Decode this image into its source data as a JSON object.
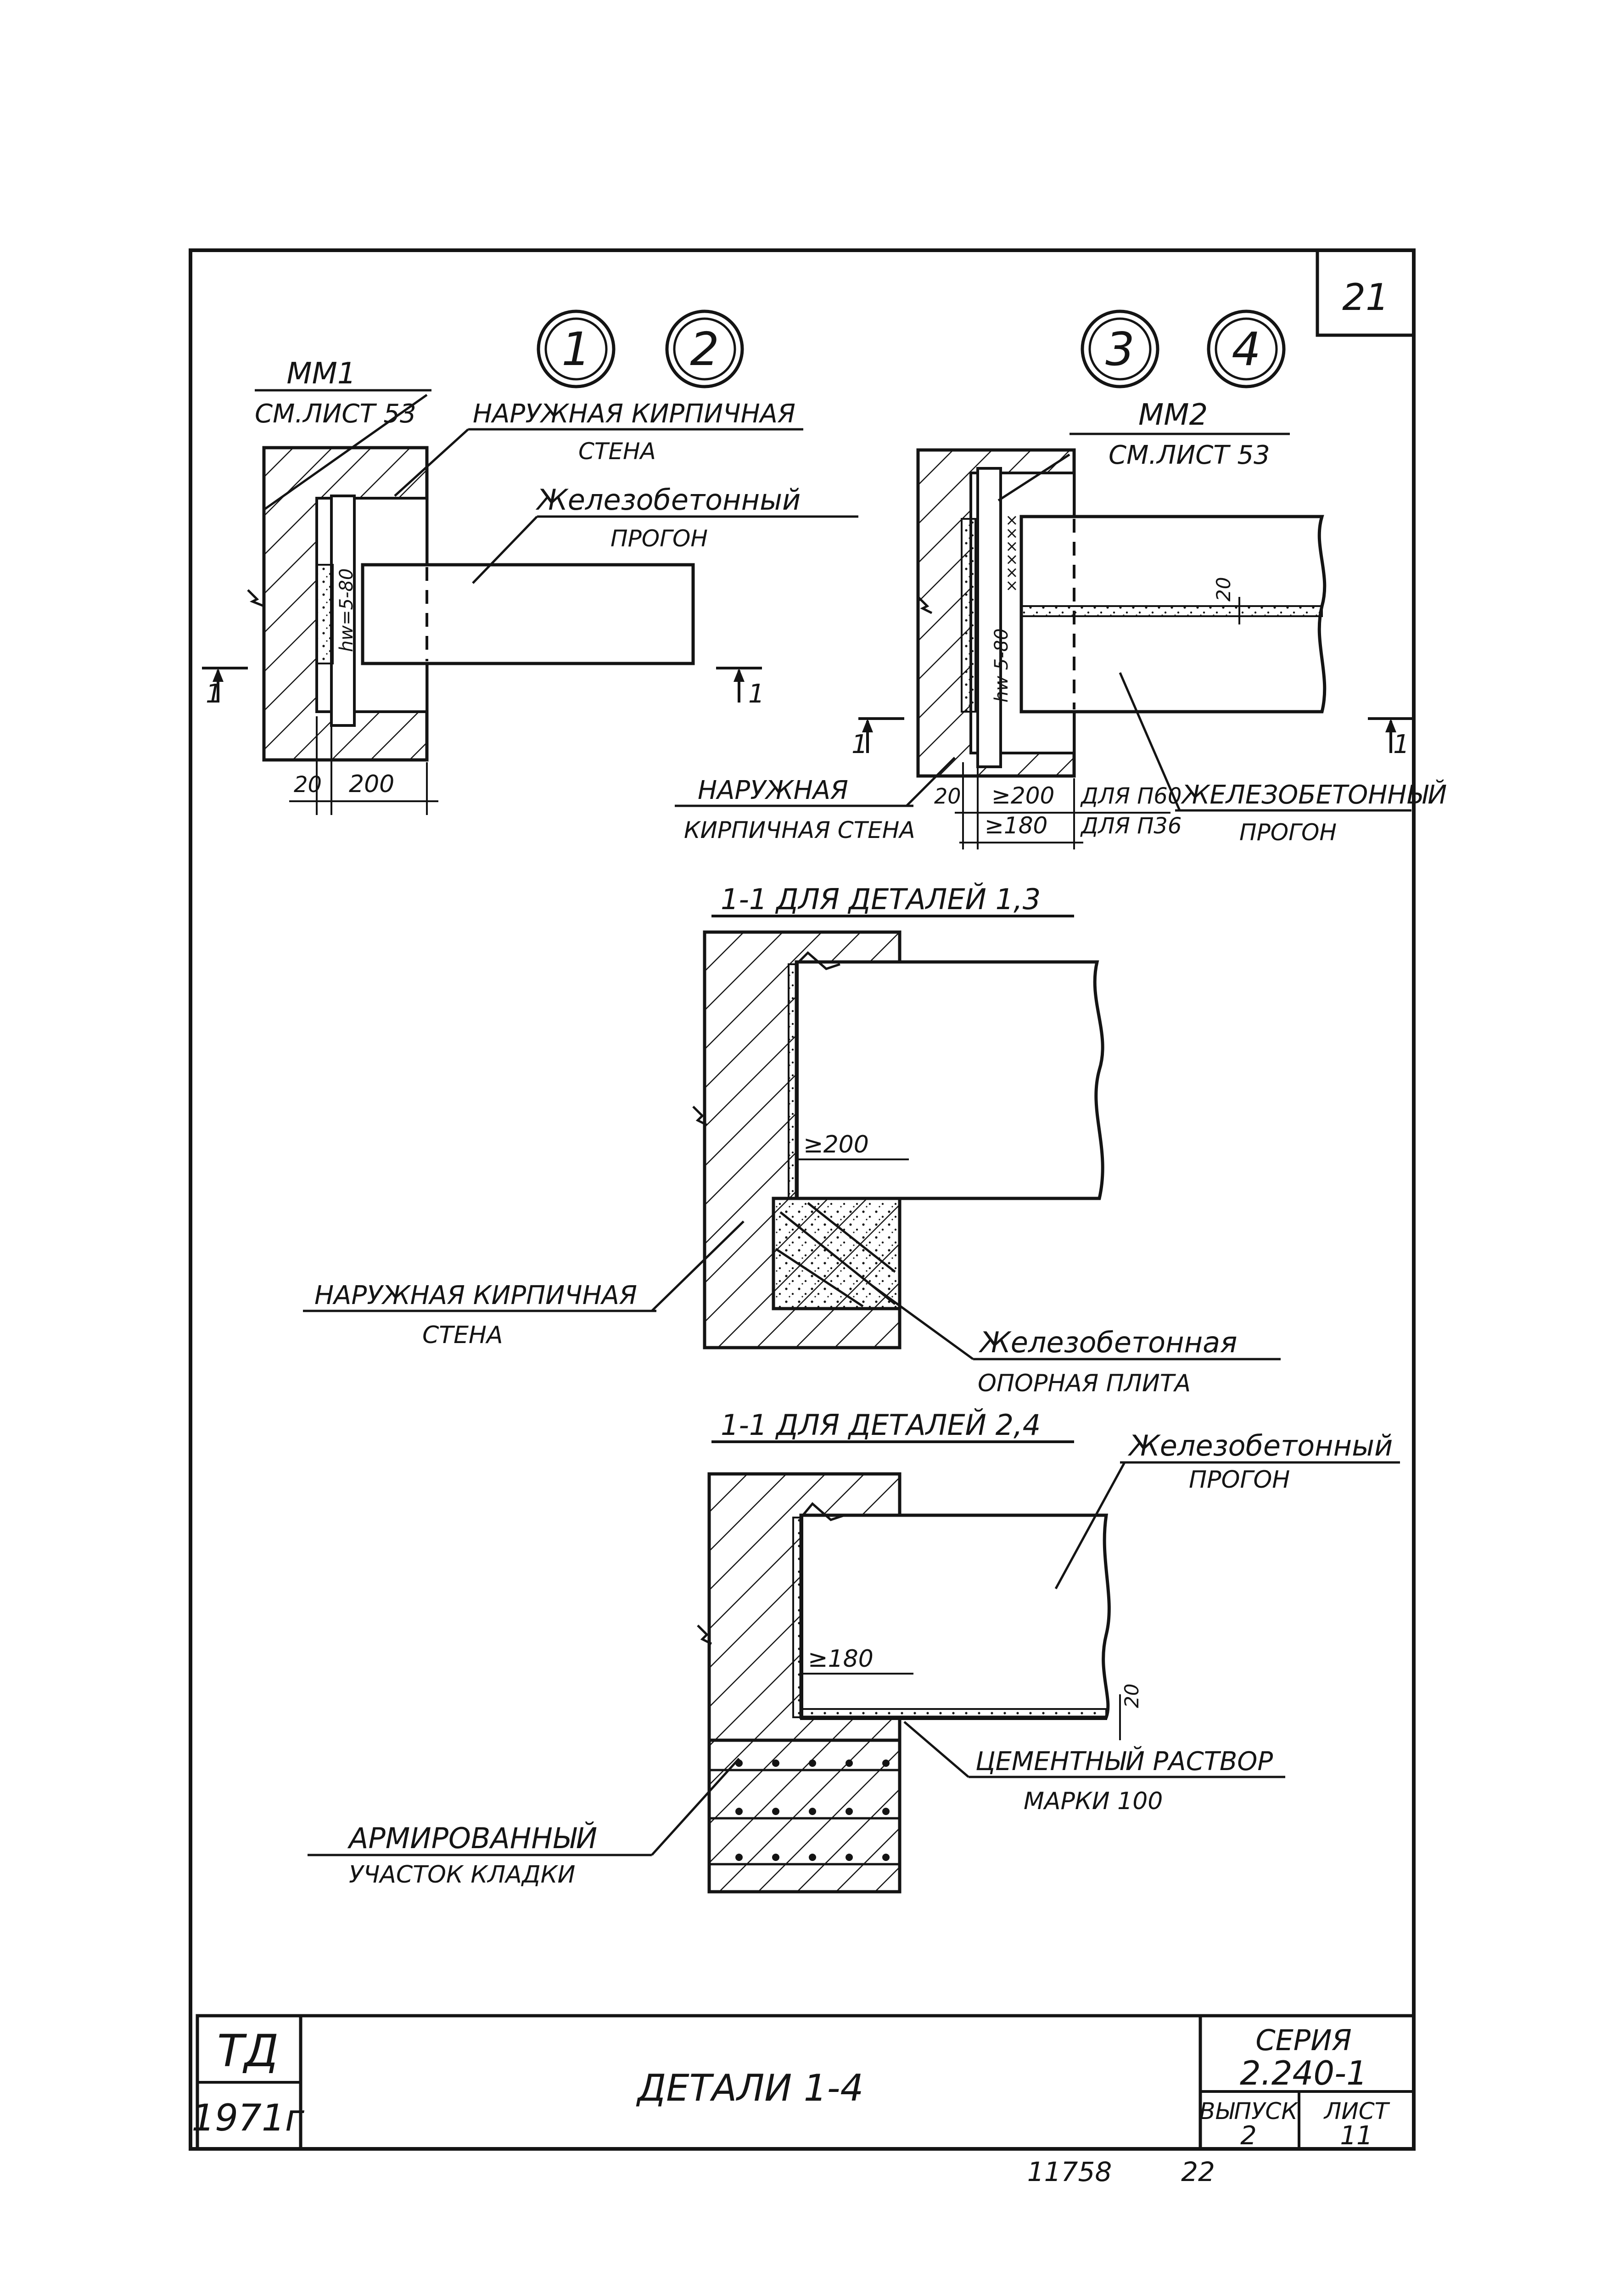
{
  "sheet_number": "21",
  "markers": [
    "1",
    "2",
    "3",
    "4"
  ],
  "left_detail": {
    "tag": "ММ1",
    "tag_ref": "СМ.ЛИСТ 53",
    "wall_label": [
      "НАРУЖНАЯ КИРПИЧНАЯ",
      "СТЕНА"
    ],
    "beam_label": [
      "Железобетонный",
      "ПРОГОН"
    ],
    "weld": "hw=5-80",
    "dim_a": "20",
    "dim_b": "200",
    "section_mark": "1"
  },
  "right_detail": {
    "tag": "ММ2",
    "tag_ref": "СМ.ЛИСТ 53",
    "wall_label": [
      "НАРУЖНАЯ",
      "КИРПИЧНАЯ СТЕНА"
    ],
    "beam_label": [
      "ЖЕЛЕЗОБЕТОННЫЙ",
      "ПРОГОН"
    ],
    "weld": "hw 5-80",
    "joint": "20",
    "dim_a": "20",
    "dim_b": "≥200",
    "dim_c": "≥180",
    "note_p60": "ДЛЯ П60",
    "note_p36": "ДЛЯ П36",
    "section_mark": "1"
  },
  "section_a": {
    "title": "1-1 ДЛЯ ДЕТАЛЕЙ 1,3",
    "dim": "≥200",
    "wall_label": [
      "НАРУЖНАЯ КИРПИЧНАЯ",
      "СТЕНА"
    ],
    "plate_label": [
      "Железобетонная",
      "ОПОРНАЯ ПЛИТА"
    ]
  },
  "section_b": {
    "title": "1-1 ДЛЯ ДЕТАЛЕЙ 2,4",
    "beam_label": [
      "Железобетонный",
      "ПРОГОН"
    ],
    "dim": "≥180",
    "joint": "20",
    "mortar_label": [
      "ЦЕМЕНТНЫЙ РАСТВОР",
      "МАРКИ 100"
    ],
    "masonry_label": [
      "АРМИРОВАННЫЙ",
      "УЧАСТОК КЛАДКИ"
    ]
  },
  "title_block": {
    "org": "ТД",
    "year": "1971г",
    "title": "ДЕТАЛИ 1-4",
    "series_label": "СЕРИЯ",
    "series": "2.240-1",
    "issue_label": "ВЫПУСК",
    "issue": "2",
    "sheet_label": "ЛИСТ",
    "sheet": "11"
  },
  "footer": {
    "archive_no": "11758",
    "page_no": "22"
  }
}
